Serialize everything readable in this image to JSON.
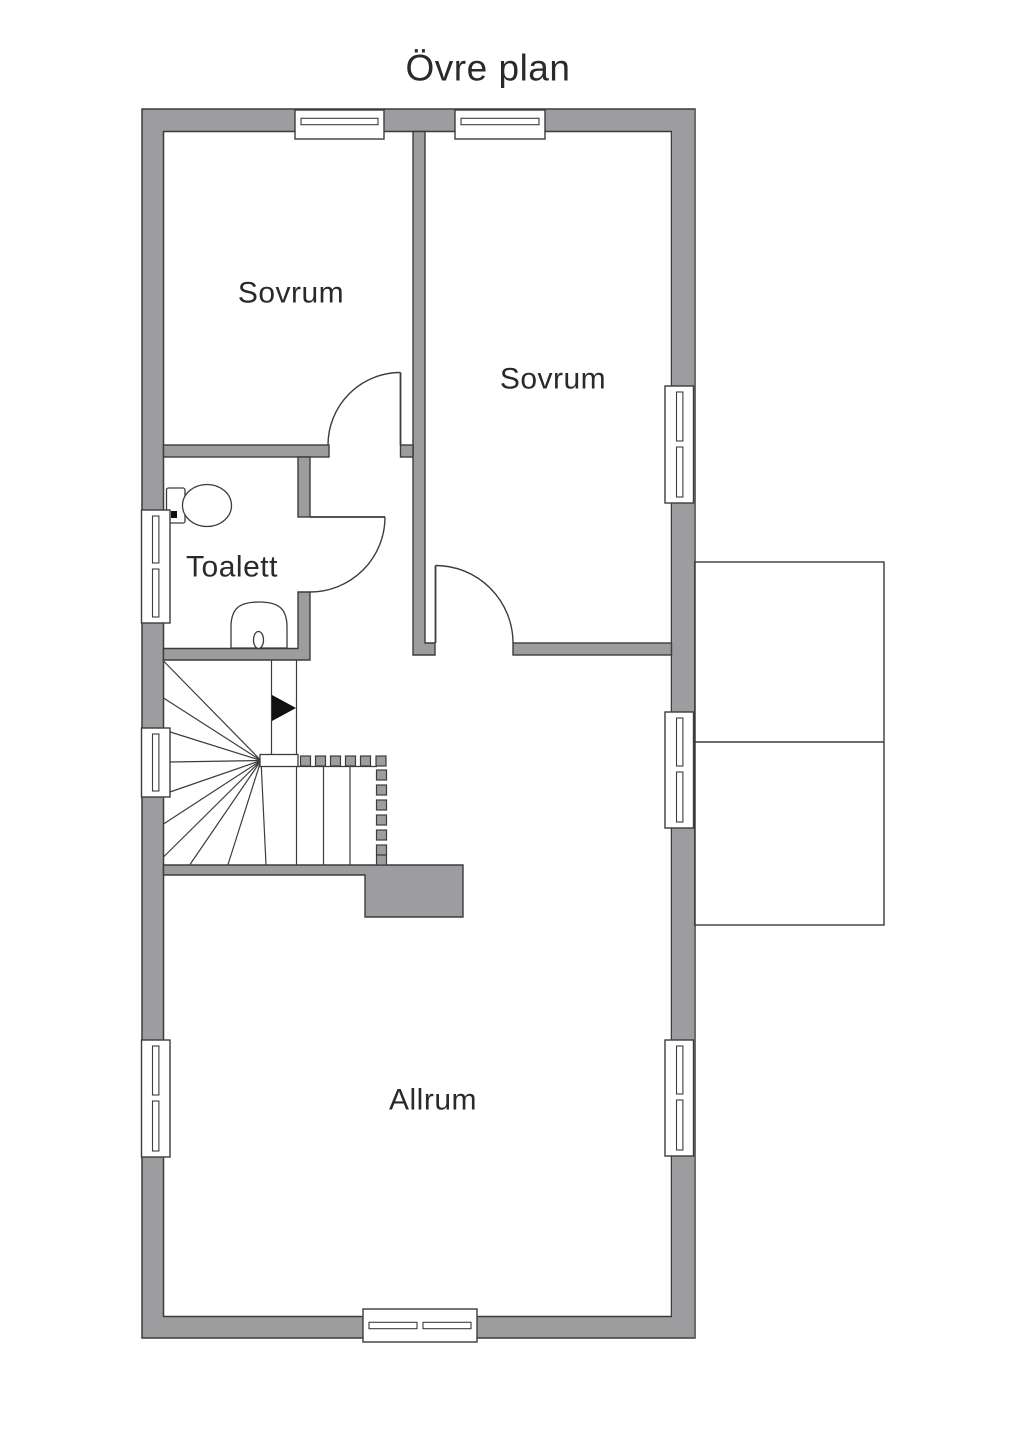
{
  "title": "Övre plan",
  "floorplan": {
    "rooms": [
      {
        "id": "bedroom-1",
        "label": "Sovrum"
      },
      {
        "id": "bedroom-2",
        "label": "Sovrum"
      },
      {
        "id": "toilet",
        "label": "Toalett"
      },
      {
        "id": "living-room",
        "label": "Allrum"
      }
    ],
    "symbols": [
      "window",
      "door-swing",
      "winder-staircase",
      "stair-direction-arrow",
      "toilet",
      "sink",
      "balcony",
      "chimney-block"
    ],
    "colors": {
      "wall_fill": "#9d9d9f",
      "line": "#3c3c3c",
      "background": "#ffffff",
      "text": "#2a2a2a"
    }
  }
}
